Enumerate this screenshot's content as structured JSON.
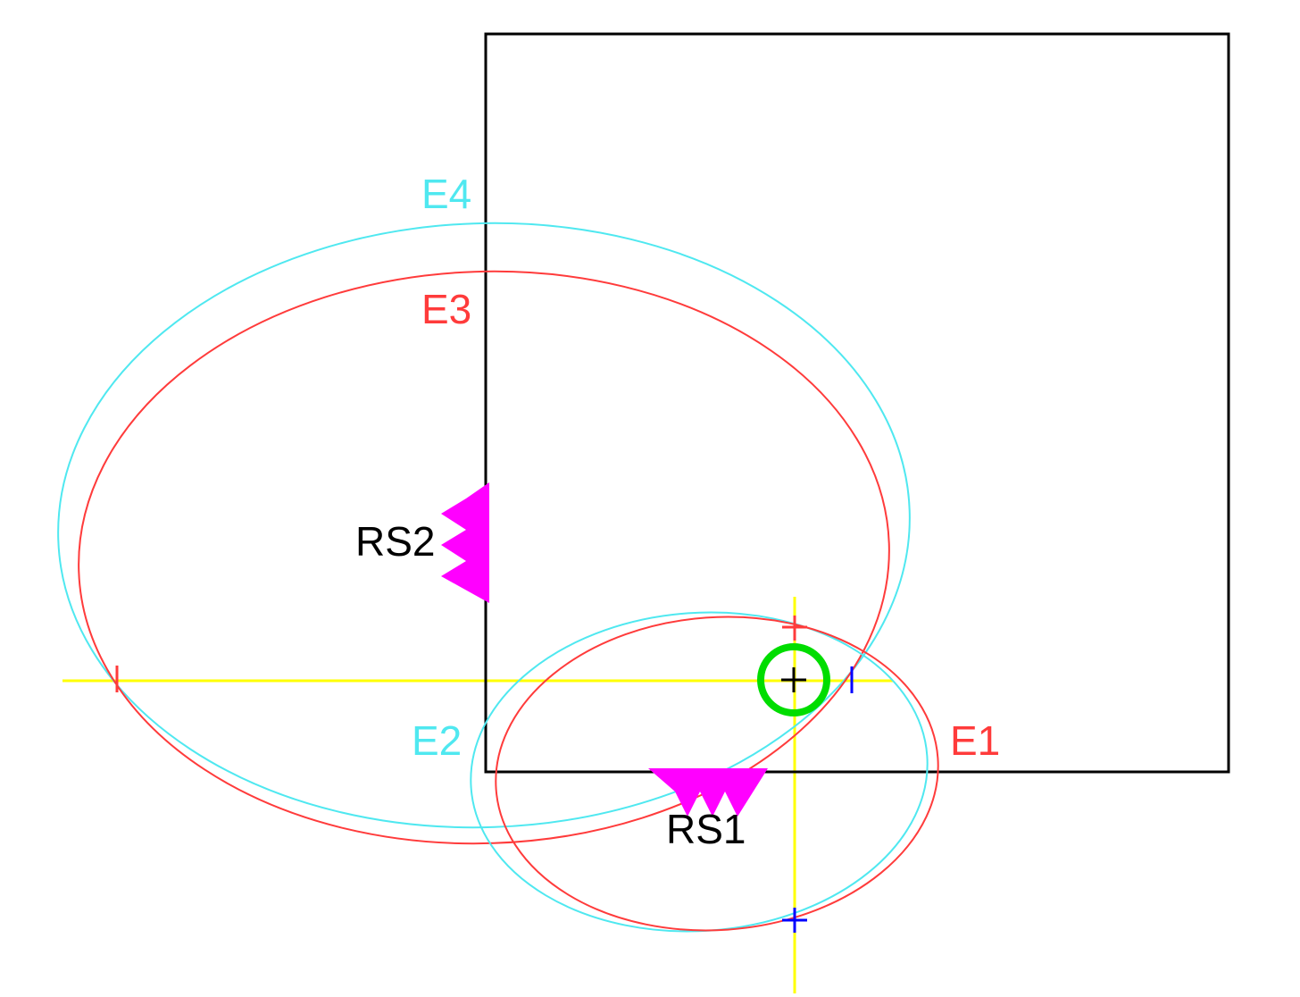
{
  "labels": {
    "e1": "E1",
    "e2": "E2",
    "e3": "E3",
    "e4": "E4",
    "rs1": "RS1",
    "rs2": "RS2"
  },
  "colors": {
    "red": "#ff3b3b",
    "cyan": "#4fe8f0",
    "yellow": "#ffff00",
    "green": "#00dd00",
    "magenta": "#ff00ff",
    "blue": "#0000ff",
    "black": "#000000"
  }
}
